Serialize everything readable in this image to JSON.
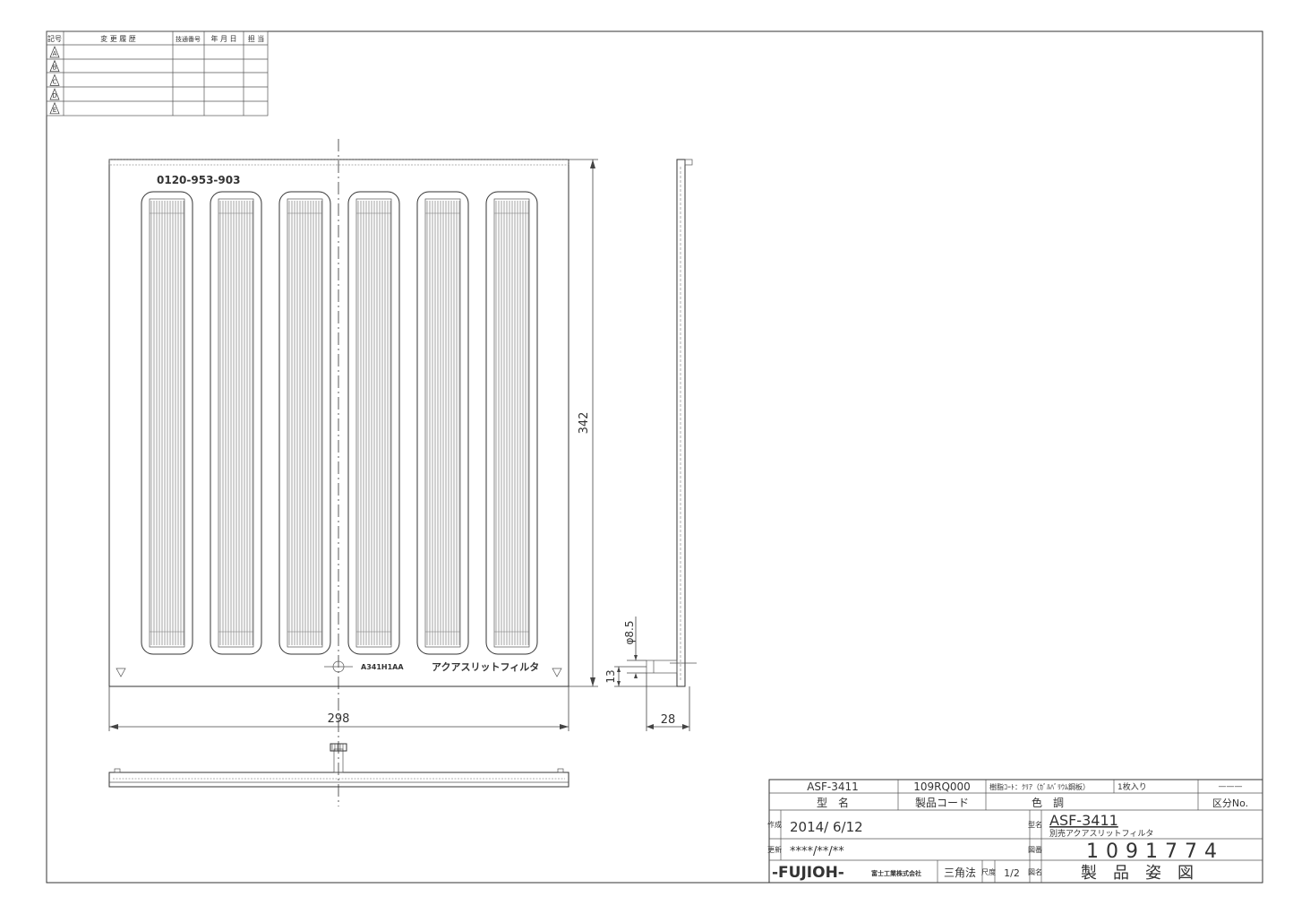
{
  "revision_table": {
    "headers": [
      "記号",
      "変 更 履 歴",
      "技通番号",
      "年 月 日",
      "担 当"
    ],
    "marks": [
      "A",
      "B",
      "C",
      "D",
      "E"
    ]
  },
  "front_view": {
    "phone": "0120-953-903",
    "part_code": "A341H1AA",
    "product_text": "アクアスリットフィルタ",
    "slot_count": 6
  },
  "dimensions": {
    "width": "298",
    "height": "342",
    "depth": "28",
    "knob_offset": "13",
    "knob_dia": "φ8.5"
  },
  "title_block": {
    "model": "ASF-3411",
    "product_code": "109RQ000",
    "color_desc": "樹脂ｺｰﾄ：ｸﾘｱ（ｶﾞﾙﾊﾞﾘｳﾑ鋼板）",
    "quantity": "1枚入り",
    "kubun_value": "———",
    "label_model": "型　名",
    "label_code": "製品コード",
    "label_color": "色　調",
    "label_kubun": "区分No.",
    "created_label": "作成",
    "created_date": "2014/ 6/12",
    "updated_label": "更新",
    "updated_date": "****/**/**",
    "katamei_label": "型名",
    "model2": "ASF-3411",
    "model_desc": "別売アクアスリットフィルタ",
    "zuban_label": "図番",
    "drawing_no": "1091774",
    "zumei_label": "図名",
    "drawing_name": "製　品　姿　図",
    "company_logo": "-FUJIOH-",
    "company_name": "富士工業株式会社",
    "projection": "三角法",
    "scale_label": "尺度",
    "scale_value": "1/2"
  }
}
